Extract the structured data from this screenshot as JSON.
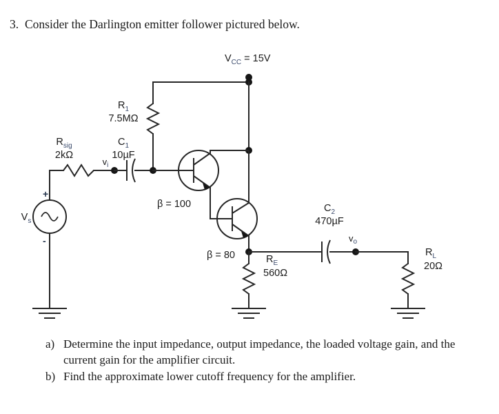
{
  "problem": {
    "number": "3.",
    "statement": "Consider the Darlington emitter follower pictured below."
  },
  "circuit": {
    "supply": {
      "name": "Vcc",
      "symbol_main": "V",
      "symbol_sub": "CC",
      "equals_value": " = 15V",
      "value": "15V"
    },
    "components": [
      {
        "id": "R1",
        "symbol_main": "R",
        "symbol_sub": "1",
        "value": "7.5MΩ",
        "type": "resistor"
      },
      {
        "id": "C1",
        "symbol_main": "C",
        "symbol_sub": "1",
        "value": "10µF",
        "type": "capacitor"
      },
      {
        "id": "Rsig",
        "symbol_main": "R",
        "symbol_sub": "sig",
        "value": "2kΩ",
        "type": "resistor"
      },
      {
        "id": "C2",
        "symbol_main": "C",
        "symbol_sub": "2",
        "value": "470µF",
        "type": "capacitor"
      },
      {
        "id": "RE",
        "symbol_main": "R",
        "symbol_sub": "E",
        "value": "560Ω",
        "type": "resistor"
      },
      {
        "id": "RL",
        "symbol_main": "R",
        "symbol_sub": "L",
        "value": "20Ω",
        "type": "resistor"
      }
    ],
    "source": {
      "id": "Vs",
      "symbol_main": "V",
      "symbol_sub": "s",
      "plus": "+",
      "minus": "-",
      "type": "ac-source"
    },
    "nodes": [
      {
        "id": "vi",
        "symbol_main": "v",
        "symbol_sub": "i"
      },
      {
        "id": "vo",
        "symbol_main": "v",
        "symbol_sub": "o"
      }
    ],
    "transistors": [
      {
        "id": "Q1",
        "beta_label": "β = 100",
        "type": "npn"
      },
      {
        "id": "Q2",
        "beta_label": "β = 80",
        "type": "npn"
      }
    ]
  },
  "subquestions": [
    {
      "marker": "a)",
      "text": "Determine the input impedance, output impedance, the loaded voltage gain, and the current gain for the amplifier circuit."
    },
    {
      "marker": "b)",
      "text": "Find the approximate lower cutoff frequency for the amplifier."
    }
  ]
}
